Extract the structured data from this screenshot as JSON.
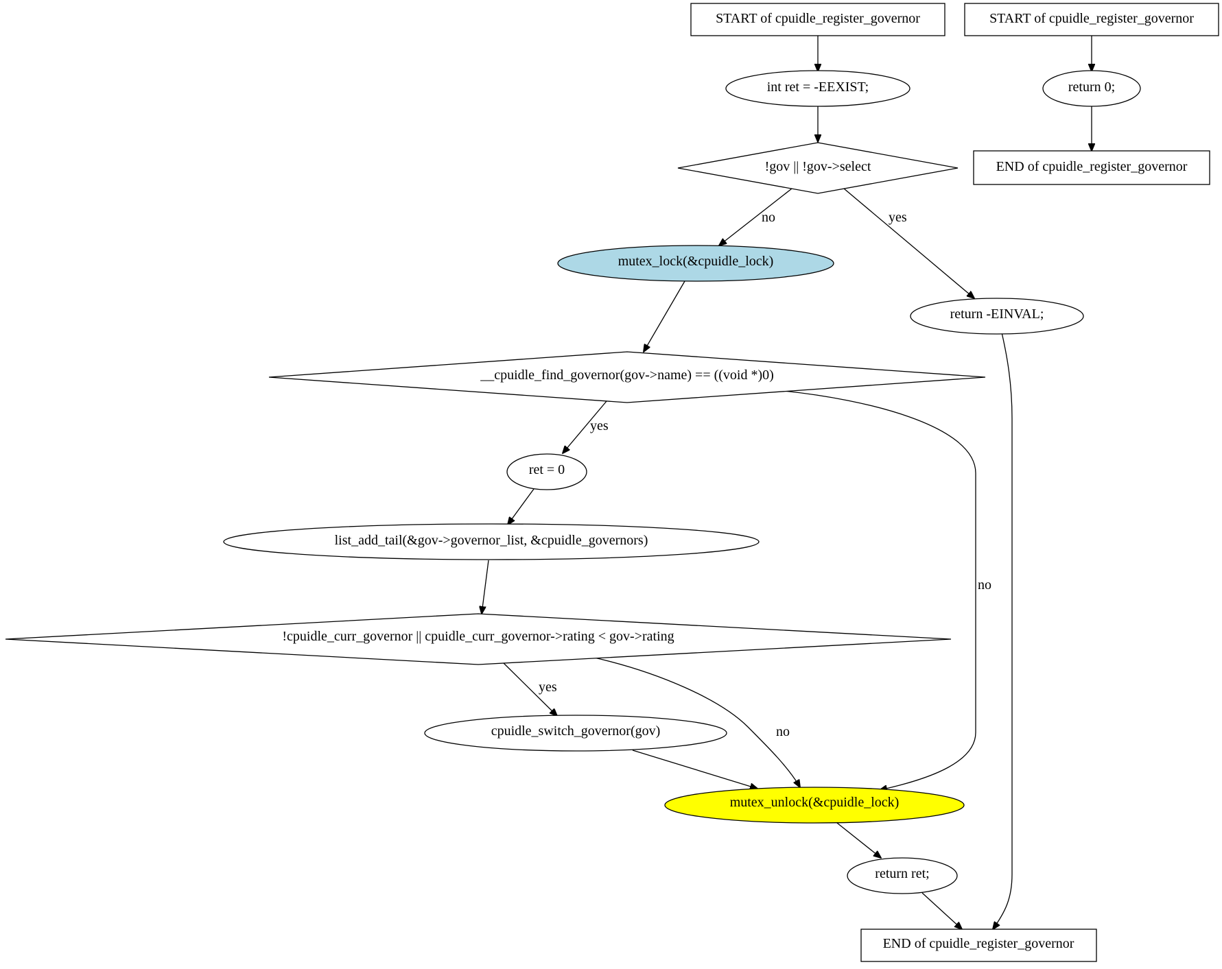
{
  "diagram": {
    "type": "flowchart",
    "colors": {
      "mutex_lock_fill": "#add8e6",
      "mutex_unlock_fill": "#ffff00",
      "default_fill": "#ffffff",
      "stroke": "#000000"
    },
    "nodes": {
      "start_main": {
        "label": "START of cpuidle_register_governor",
        "shape": "box"
      },
      "int_ret": {
        "label": "int ret = -EEXIST;",
        "shape": "ellipse"
      },
      "cond_gov": {
        "label": "!gov || !gov->select",
        "shape": "diamond"
      },
      "mutex_lock": {
        "label": "mutex_lock(&cpuidle_lock)",
        "shape": "ellipse",
        "fill": "lightblue"
      },
      "return_einval": {
        "label": "return -EINVAL;",
        "shape": "ellipse"
      },
      "cond_find": {
        "label": "__cpuidle_find_governor(gov->name) == ((void *)0)",
        "shape": "diamond"
      },
      "ret_zero": {
        "label": "ret = 0",
        "shape": "ellipse"
      },
      "list_add": {
        "label": "list_add_tail(&gov->governor_list, &cpuidle_governors)",
        "shape": "ellipse"
      },
      "cond_rating": {
        "label": "!cpuidle_curr_governor || cpuidle_curr_governor->rating < gov->rating",
        "shape": "diamond"
      },
      "switch_gov": {
        "label": "cpuidle_switch_governor(gov)",
        "shape": "ellipse"
      },
      "mutex_unlock": {
        "label": "mutex_unlock(&cpuidle_lock)",
        "shape": "ellipse",
        "fill": "yellow"
      },
      "return_ret": {
        "label": "return ret;",
        "shape": "ellipse"
      },
      "end_main": {
        "label": "END of cpuidle_register_governor",
        "shape": "box"
      },
      "start_side": {
        "label": "START of cpuidle_register_governor",
        "shape": "box"
      },
      "return_zero": {
        "label": "return 0;",
        "shape": "ellipse"
      },
      "end_side": {
        "label": "END of cpuidle_register_governor",
        "shape": "box"
      }
    },
    "edges": [
      {
        "from": "start_main",
        "to": "int_ret",
        "label": ""
      },
      {
        "from": "int_ret",
        "to": "cond_gov",
        "label": ""
      },
      {
        "from": "cond_gov",
        "to": "mutex_lock",
        "label": "no"
      },
      {
        "from": "cond_gov",
        "to": "return_einval",
        "label": "yes"
      },
      {
        "from": "mutex_lock",
        "to": "cond_find",
        "label": ""
      },
      {
        "from": "cond_find",
        "to": "ret_zero",
        "label": "yes"
      },
      {
        "from": "cond_find",
        "to": "mutex_unlock",
        "label": "no"
      },
      {
        "from": "ret_zero",
        "to": "list_add",
        "label": ""
      },
      {
        "from": "list_add",
        "to": "cond_rating",
        "label": ""
      },
      {
        "from": "cond_rating",
        "to": "switch_gov",
        "label": "yes"
      },
      {
        "from": "cond_rating",
        "to": "mutex_unlock",
        "label": "no"
      },
      {
        "from": "switch_gov",
        "to": "mutex_unlock",
        "label": ""
      },
      {
        "from": "mutex_unlock",
        "to": "return_ret",
        "label": ""
      },
      {
        "from": "return_ret",
        "to": "end_main",
        "label": ""
      },
      {
        "from": "return_einval",
        "to": "end_main",
        "label": ""
      },
      {
        "from": "start_side",
        "to": "return_zero",
        "label": ""
      },
      {
        "from": "return_zero",
        "to": "end_side",
        "label": ""
      }
    ],
    "edge_labels": {
      "gov_no": "no",
      "gov_yes": "yes",
      "find_yes": "yes",
      "find_no": "no",
      "rating_yes": "yes",
      "rating_no": "no"
    }
  }
}
